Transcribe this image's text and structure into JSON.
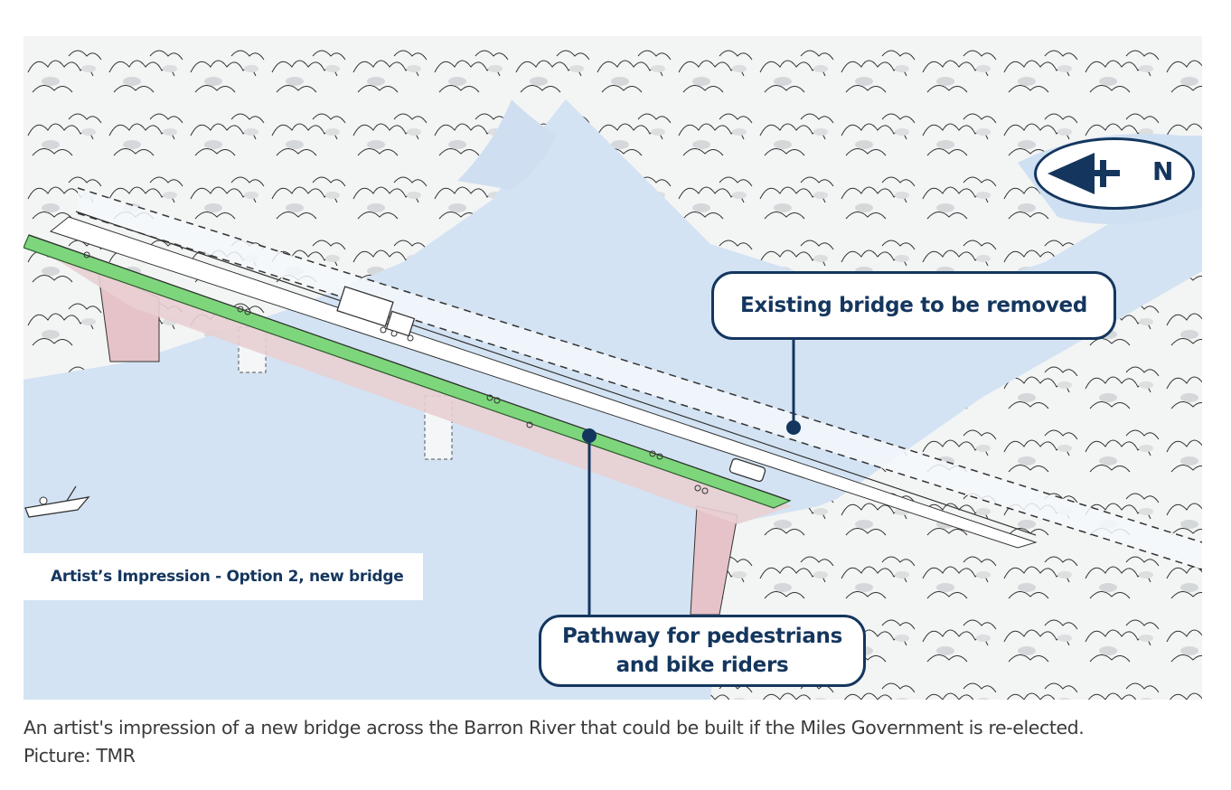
{
  "figure": {
    "callout_existing": "Existing bridge to be removed",
    "callout_pathway_line1": "Pathway for pedestrians",
    "callout_pathway_line2": "and bike riders",
    "impression_label": "Artist’s Impression - Option 2, new bridge",
    "compass_letter": "N",
    "icons": [
      "north-arrow-icon",
      "boat-icon",
      "truck-icon",
      "car-icon",
      "cyclist-icon"
    ],
    "colors": {
      "navy": "#14365e",
      "pathway_green": "#7ed67c",
      "water": "#cfe0f1",
      "pier_pink": "#e5c3c9"
    }
  },
  "caption": {
    "line1": "An artist's impression of a new bridge across the Barron River that could be built if the Miles Government is re-elected.",
    "line2": "Picture: TMR"
  }
}
